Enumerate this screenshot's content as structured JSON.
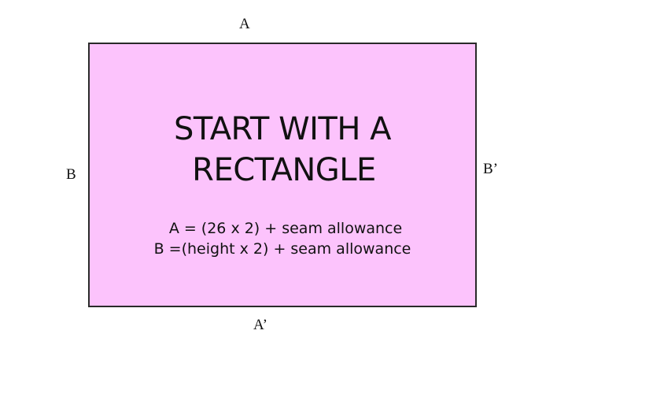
{
  "diagram": {
    "edge_labels": {
      "top": "A",
      "bottom": "A’",
      "left": "B",
      "right": "B’"
    },
    "rectangle": {
      "fill_color": "#fcc3fc",
      "border_color": "#2a2a2a",
      "title_lines": [
        "START WITH A",
        "RECTANGLE"
      ],
      "formulas": [
        "A = (26 x 2) + seam allowance",
        "B =(height x 2) + seam allowance"
      ]
    }
  }
}
